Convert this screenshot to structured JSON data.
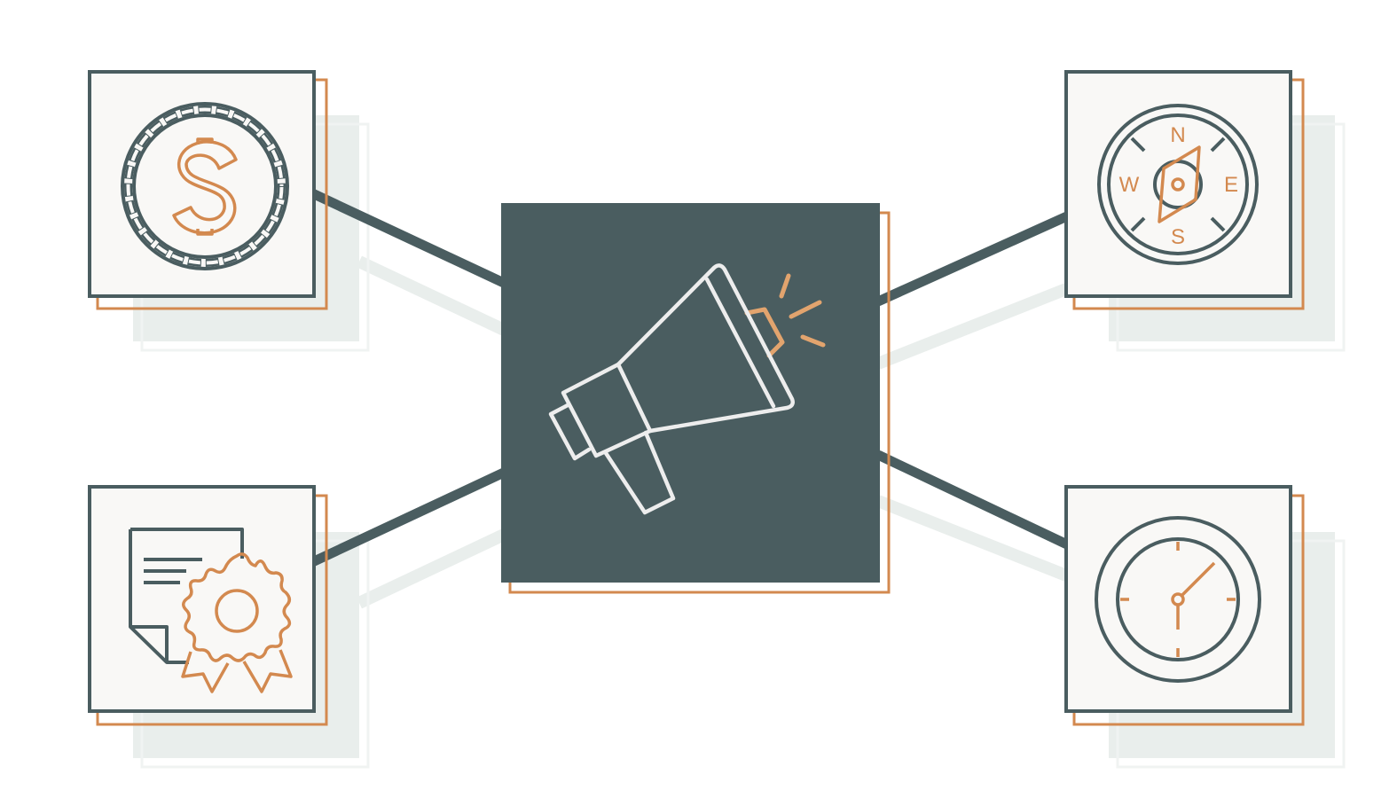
{
  "diagram": {
    "center": {
      "icon": "megaphone-icon"
    },
    "nodes": [
      {
        "id": "top-left",
        "icon": "dollar-coin-icon"
      },
      {
        "id": "bottom-left",
        "icon": "certificate-icon"
      },
      {
        "id": "top-right",
        "icon": "compass-icon"
      },
      {
        "id": "bottom-right",
        "icon": "clock-icon"
      }
    ],
    "compass": {
      "north": "N",
      "south": "S",
      "east": "E",
      "west": "W"
    }
  },
  "colors": {
    "dark_slate": "#4A5D60",
    "accent_orange": "#D3894F",
    "card_fill": "#F9F8F6",
    "shadow": "#E9EEEC",
    "icon_light": "#EDEDED"
  }
}
